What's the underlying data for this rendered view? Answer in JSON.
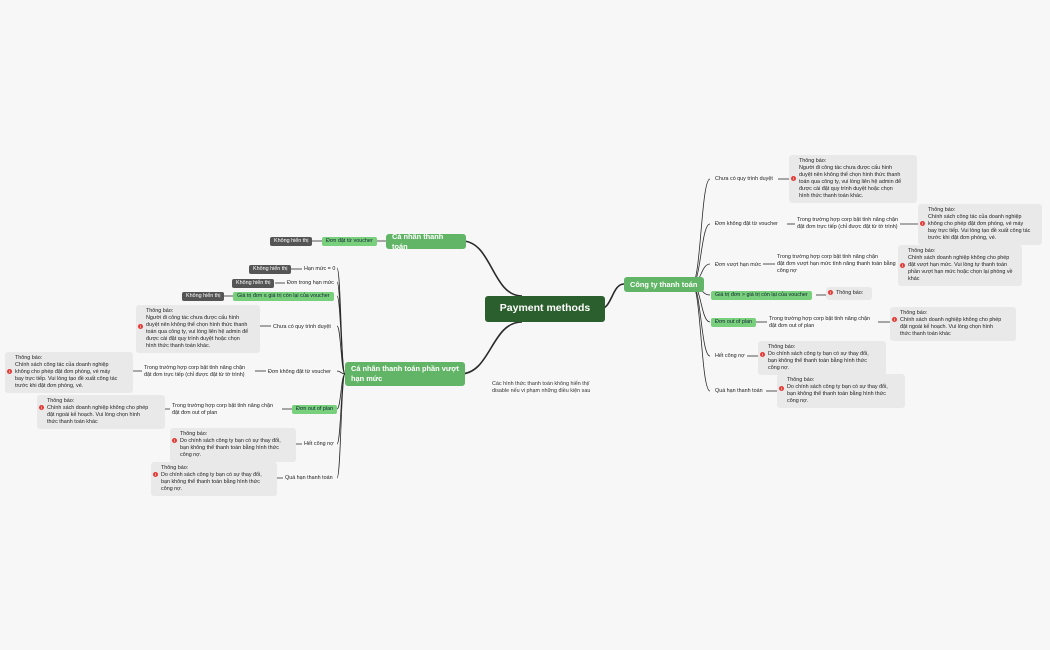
{
  "root": "Payment methods",
  "floating_note": "Các hình thức thanh toán không hiển thị/\ndisable nếu vi phạm những điều kiện sau",
  "tags": {
    "hidden": "Không hiển thị"
  },
  "branches": {
    "ca_nhan": {
      "title": "Cá nhân thanh toán",
      "child": "Đơn đặt từ voucher"
    },
    "vuot_han_muc": {
      "title": "Cá nhân thanh toán phần vượt hạn mức",
      "han_muc_0": "Hạn mức = 0",
      "don_trong_han_muc": "Đơn trong hạn mức",
      "gia_tri_don": "Giá trị đơn ≤ giá trị còn lại của voucher",
      "chua_quy_trinh": "Chưa có quy trình duyệt",
      "don_khong_dat": "Đơn không đặt từ voucher",
      "don_khong_dat_case": "Trong trường hợp corp bật tính năng chặn\nđặt đơn trực tiếp (chỉ được đặt từ tờ trình)",
      "out_of_plan": "Đơn out of plan",
      "out_of_plan_case": "Trong trường hợp corp bật tính năng chặn\nđặt đơn out of plan",
      "het_cong_no": "Hết công nợ",
      "qua_han": "Quá hạn thanh toán"
    },
    "cong_ty": {
      "title": "Công ty thanh toán",
      "chua_quy_trinh": "Chưa có quy trình duyệt",
      "don_khong_dat": "Đơn không đặt từ voucher",
      "don_khong_dat_case": "Trong trường hợp corp bật tính năng chặn\nđặt đơn trực tiếp (chỉ được đặt từ tờ trình)",
      "don_vuot": "Đơn vượt hạn mức",
      "don_vuot_case": "Trong trường hợp corp bật tính năng chặn\nđặt đơn vượt hạn mức tính năng thanh toán bằng\ncông nợ",
      "gia_tri_don": "Giá trị đơn > giá trị còn lại của voucher",
      "out_of_plan": "Đơn out of plan",
      "out_of_plan_case": "Trong trường hợp corp bật tính năng chặn\nđặt đơn out of plan",
      "het_cong_no": "Hết công nợ",
      "qua_han": "Quá hạn thanh toán"
    }
  },
  "notes": {
    "title": "Thông báo:",
    "quy_trinh": "Người đi công tác chưa được cấu hình\nduyệt nên không thể chọn hình thức thanh\ntoán qua công ty, vui lòng liên hệ admin để\nđược cài đặt quy trình duyệt hoặc chọn\nhình thức thanh toán khác.",
    "chan_don": "Chính sách công tác của doanh nghiệp\nkhông cho phép đặt đơn phòng, vé máy\nbay trực tiếp. Vui lòng tạo đề xuất công tác\ntrước khi đặt đơn phòng, vé.",
    "vuot_han_muc": "Chính sách doanh nghiệp không cho phép\nđặt vượt hạn mức. Vui lòng tự thanh toán\nphần vượt hạn mức hoặc chọn lại phòng về\nkhác",
    "out_of_plan": "Chính sách doanh nghiệp không cho phép\nđặt ngoài kế hoạch. Vui lòng chọn hình\nthức thanh toán khác",
    "cong_no": "Do chính sách công ty bạn có sự thay đổi,\nbạn không thể thanh toán bằng hình thức\ncông nợ."
  },
  "colors": {
    "root": "#2c5f2e",
    "main": "#62b567",
    "leaf_green": "#79d07c",
    "dark_tag": "#555555",
    "note_bg": "#e9e9e9",
    "alert": "#e53935"
  }
}
